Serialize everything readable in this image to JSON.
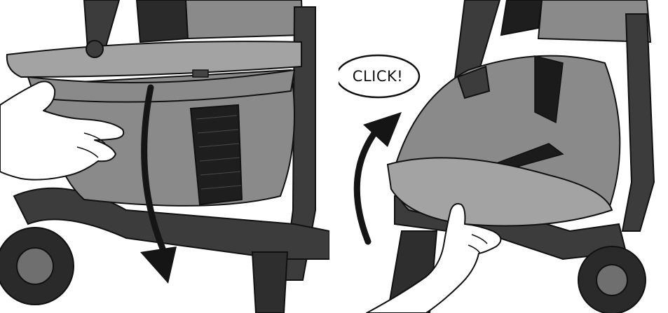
{
  "left_panel": {
    "arrow_direction": "down"
  },
  "right_panel": {
    "callout": "CLICK!",
    "arrow_direction": "up"
  },
  "colors": {
    "fabric": "#8a8a8a",
    "fabric_light": "#a3a3a3",
    "frame": "#3c3c3c",
    "dark": "#1b1b1b",
    "outline": "#111111",
    "skin": "#ffffff",
    "arrow": "#151515"
  }
}
